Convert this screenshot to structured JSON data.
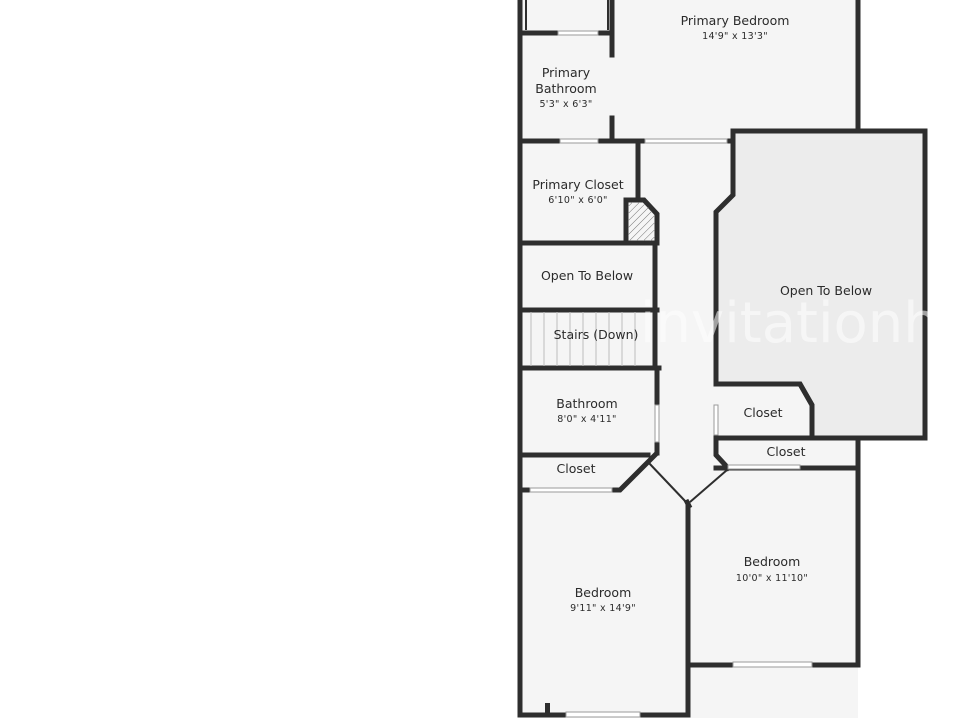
{
  "rooms": {
    "primary_bedroom": {
      "name": "Primary Bedroom",
      "dims": "14'9\" x 13'3\""
    },
    "primary_bathroom": {
      "name_line1": "Primary",
      "name_line2": "Bathroom",
      "dims": "5'3\" x 6'3\""
    },
    "primary_closet": {
      "name": "Primary Closet",
      "dims": "6'10\" x 6'0\""
    },
    "open_to_below_small": {
      "name": "Open To Below"
    },
    "open_to_below_large": {
      "name": "Open To Below"
    },
    "stairs": {
      "name": "Stairs (Down)"
    },
    "bathroom": {
      "name": "Bathroom",
      "dims": "8'0\" x 4'11\""
    },
    "closet_hall_right": {
      "name": "Closet"
    },
    "closet_right": {
      "name": "Closet"
    },
    "closet_left": {
      "name": "Closet"
    },
    "bedroom_left": {
      "name": "Bedroom",
      "dims": "9'11\" x 14'9\""
    },
    "bedroom_right": {
      "name": "Bedroom",
      "dims": "10'0\" x 11'10\""
    }
  },
  "watermark": "invitationho",
  "colors": {
    "wall": "#2e2e2e",
    "floor": "#f5f5f5",
    "open_area": "#eeeeee",
    "background": "#ffffff"
  }
}
